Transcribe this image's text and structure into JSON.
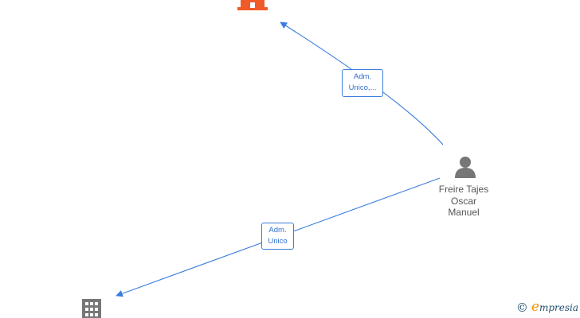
{
  "nodes": {
    "company_top": {
      "icon": "building-icon",
      "color": "#f05a28"
    },
    "company_bottom": {
      "icon": "building-icon",
      "color": "#777777"
    },
    "person": {
      "icon": "person-icon",
      "color": "#777777",
      "name_lines": [
        "Freire Tajes",
        "Oscar",
        "Manuel"
      ]
    }
  },
  "edges": [
    {
      "label_lines": [
        "Adm.",
        "Unico,..."
      ],
      "color": "#3b7ddd"
    },
    {
      "label_lines": [
        "Adm.",
        "Unico"
      ],
      "color": "#3b7ddd"
    }
  ],
  "brand": {
    "copyright_symbol": "©",
    "initial": "e",
    "rest": "mpresia"
  }
}
